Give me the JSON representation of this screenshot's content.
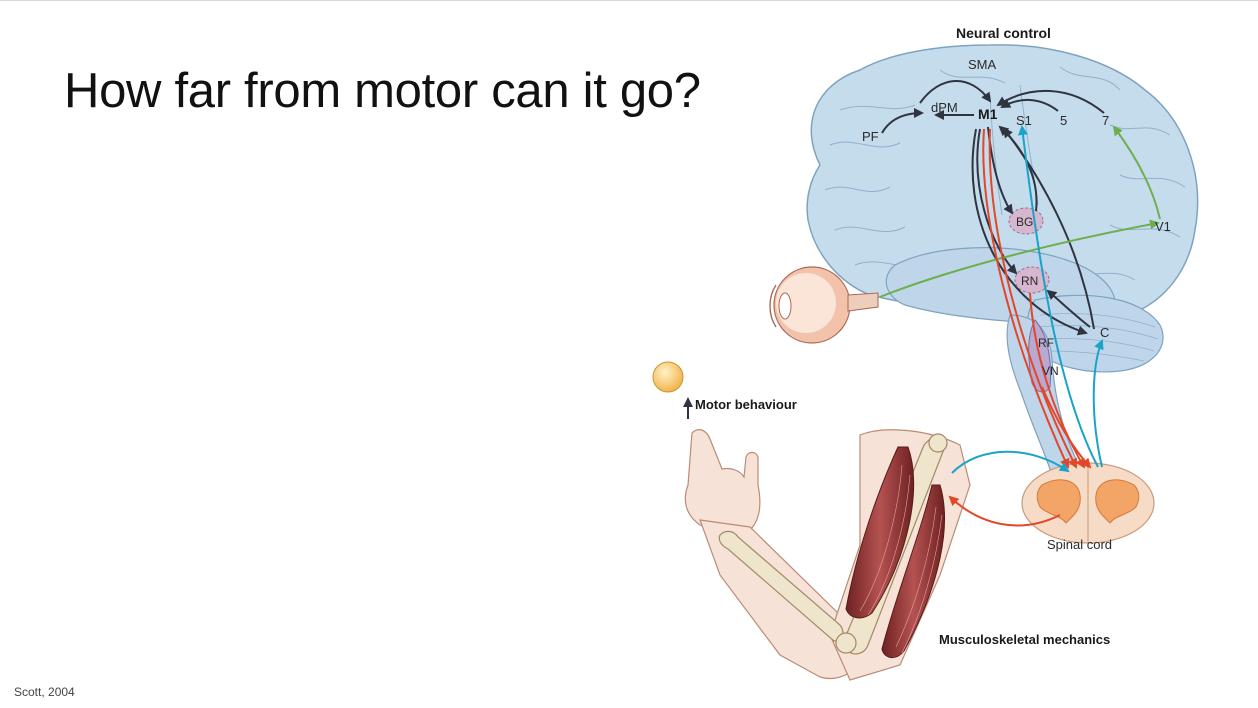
{
  "slide": {
    "title": "How far from motor can it go?",
    "citation": "Scott, 2004"
  },
  "figure": {
    "headings": {
      "neural_control": "Neural control",
      "motor_behaviour": "Motor behaviour",
      "musculoskeletal": "Musculoskeletal mechanics"
    },
    "regions": {
      "sma": "SMA",
      "dpm": "dPM",
      "m1": "M1",
      "s1": "S1",
      "area5": "5",
      "area7": "7",
      "pf": "PF",
      "v1": "V1",
      "bg": "BG",
      "rn": "RN",
      "rf": "RF",
      "vn": "VN",
      "c": "C"
    },
    "spinal_cord": "Spinal cord",
    "colors": {
      "brain_fill": "#c5dced",
      "brain_stroke": "#7ea3bf",
      "efferent": "#e2472a",
      "afferent": "#1aa3c9",
      "visual": "#6fae4f",
      "internal": "#2f3440",
      "nucleus": "#d7b6d0",
      "muscle": "#9a3b3b",
      "bone": "#efe4cc",
      "skin": "#f6e2d6",
      "target": "#f5c45e"
    }
  }
}
